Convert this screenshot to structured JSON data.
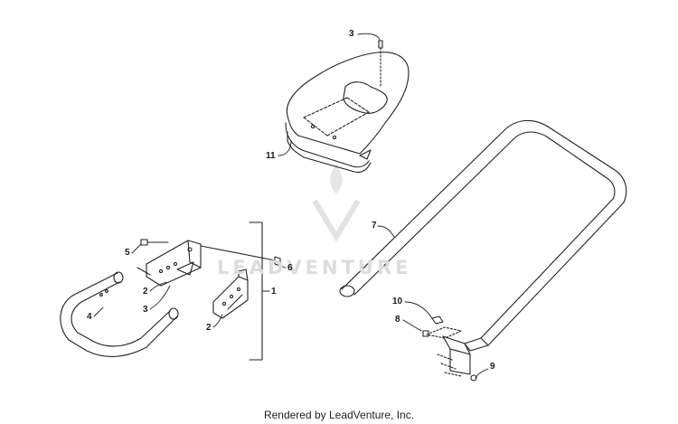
{
  "watermark": {
    "text": "LEADVENTURE"
  },
  "footer": {
    "text": "Rendered by LeadVenture, Inc."
  },
  "callouts": {
    "c3_top": "3",
    "c11": "11",
    "c7": "7",
    "c5": "5",
    "c6": "6",
    "c1": "1",
    "c2_left": "2",
    "c3_left": "3",
    "c4": "4",
    "c2_lower": "2",
    "c10": "10",
    "c8": "8",
    "c9": "9"
  },
  "icons": [
    "leadventure-logo-icon"
  ]
}
